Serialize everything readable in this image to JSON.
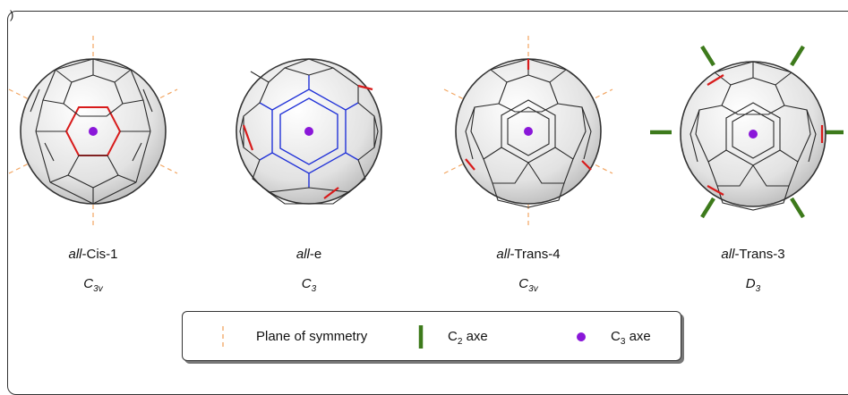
{
  "panel_marker": ")",
  "molecules": [
    {
      "prefix": "all",
      "suffix": "-Cis-1",
      "symmetry": "C",
      "symmetry_sub": "3v"
    },
    {
      "prefix": "all",
      "suffix": "-e",
      "symmetry": "C",
      "symmetry_sub": "3"
    },
    {
      "prefix": "all",
      "suffix": "-Trans-4",
      "symmetry": "C",
      "symmetry_sub": "3v"
    },
    {
      "prefix": "all",
      "suffix": "-Trans-3",
      "symmetry": "D",
      "symmetry_sub": "3"
    }
  ],
  "legend": {
    "plane": "Plane of symmetry",
    "c2_main": "C",
    "c2_sub": "2",
    "c2_rest": " axe",
    "c3_main": "C",
    "c3_sub": "3",
    "c3_rest": " axe"
  },
  "colors": {
    "plane_line": "#f2a561",
    "c2_axis": "#3d7a1b",
    "c3_axis": "#8a17d9",
    "addend_red": "#e0201b",
    "addend_blue": "#2233d8",
    "sphere_fill": "#e4e4e4"
  }
}
